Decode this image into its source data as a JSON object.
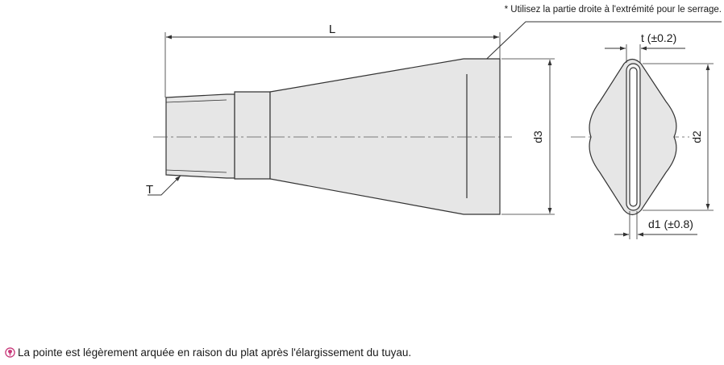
{
  "drawing": {
    "top_note": "* Utilisez la partie droite à l'extrémité pour le serrage.",
    "labels": {
      "length": "L",
      "thread": "T",
      "thickness": "t (±0.2)",
      "d3": "d3",
      "d2": "d2",
      "d1": "d1 (±0.8)"
    }
  },
  "footnote": {
    "icon": "warning-icon",
    "text": "La pointe est légèrement arquée en raison du plat après l'élargissement du tuyau."
  },
  "colors": {
    "fill": "#e6e6e6",
    "stroke": "#333333",
    "icon": "#c8397a"
  }
}
